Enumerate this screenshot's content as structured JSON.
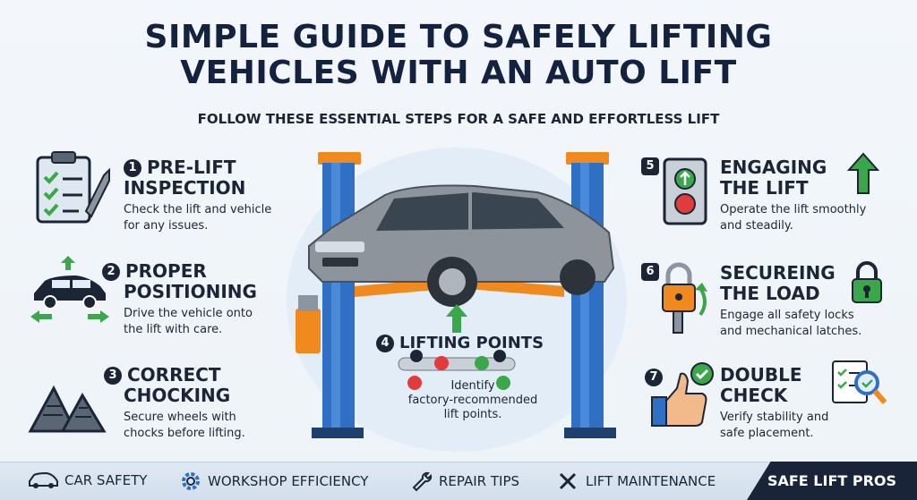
{
  "header": {
    "title_line1": "SIMPLE GUIDE TO SAFELY LIFTING",
    "title_line2": "VEHICLES WITH AN AUTO LIFT",
    "subtitle": "FOLLOW THESE ESSENTIAL STEPS FOR A SAFE AND EFFORTLESS LIFT"
  },
  "steps": [
    {
      "num": "1",
      "title_line1": "PRE-LIFT",
      "title_line2": "INSPECTION",
      "desc_line1": "Check the lift and vehicle",
      "desc_line2": "for any issues.",
      "icon": "clipboard-wrench-icon"
    },
    {
      "num": "2",
      "title_line1": "PROPER",
      "title_line2": "POSITIONING",
      "desc_line1": "Drive the vehicle onto",
      "desc_line2": "the lift with care.",
      "icon": "car-arrows-icon"
    },
    {
      "num": "3",
      "title_line1": "CORRECT",
      "title_line2": "CHOCKING",
      "desc_line1": "Secure wheels with",
      "desc_line2": "chocks before lifting.",
      "icon": "wheel-chocks-icon"
    },
    {
      "num": "4",
      "title": "LIFTING POINTS",
      "desc_line1": "Identify",
      "desc_line2": "factory-recommended",
      "desc_line3": "lift points.",
      "icon": "lift-points-icon"
    },
    {
      "num": "5",
      "title_line1": "ENGAGING",
      "title_line2": "THE LIFT",
      "desc_line1": "Operate the lift smoothly",
      "desc_line2": "and steadily.",
      "icon": "control-panel-icon"
    },
    {
      "num": "6",
      "title_line1": "SECUREING",
      "title_line2": "THE LOAD",
      "desc_line1": "Engage all safety locks",
      "desc_line2": "and mechanical latches.",
      "icon": "padlock-icon"
    },
    {
      "num": "7",
      "title_line1": "DOUBLE",
      "title_line2": "CHECK",
      "desc_line1": "Verify stability and",
      "desc_line2": "safe placement.",
      "icon": "thumbs-up-check-icon"
    }
  ],
  "footer": {
    "items": [
      {
        "label": "CAR SAFETY",
        "icon": "car-icon"
      },
      {
        "label": "WORKSHOP EFFICIENCY",
        "icon": "gear-icon"
      },
      {
        "label": "REPAIR TIPS",
        "icon": "wrench-icon"
      },
      {
        "label": "LIFT MAINTENANCE",
        "icon": "tools-icon"
      }
    ],
    "brand": "SAFE LIFT PROS"
  },
  "colors": {
    "navy": "#1b2536",
    "lift_blue": "#2f6fc4",
    "accent_orange": "#f08a1e",
    "check_green": "#3aa84a",
    "cross_red": "#e23b3b"
  }
}
